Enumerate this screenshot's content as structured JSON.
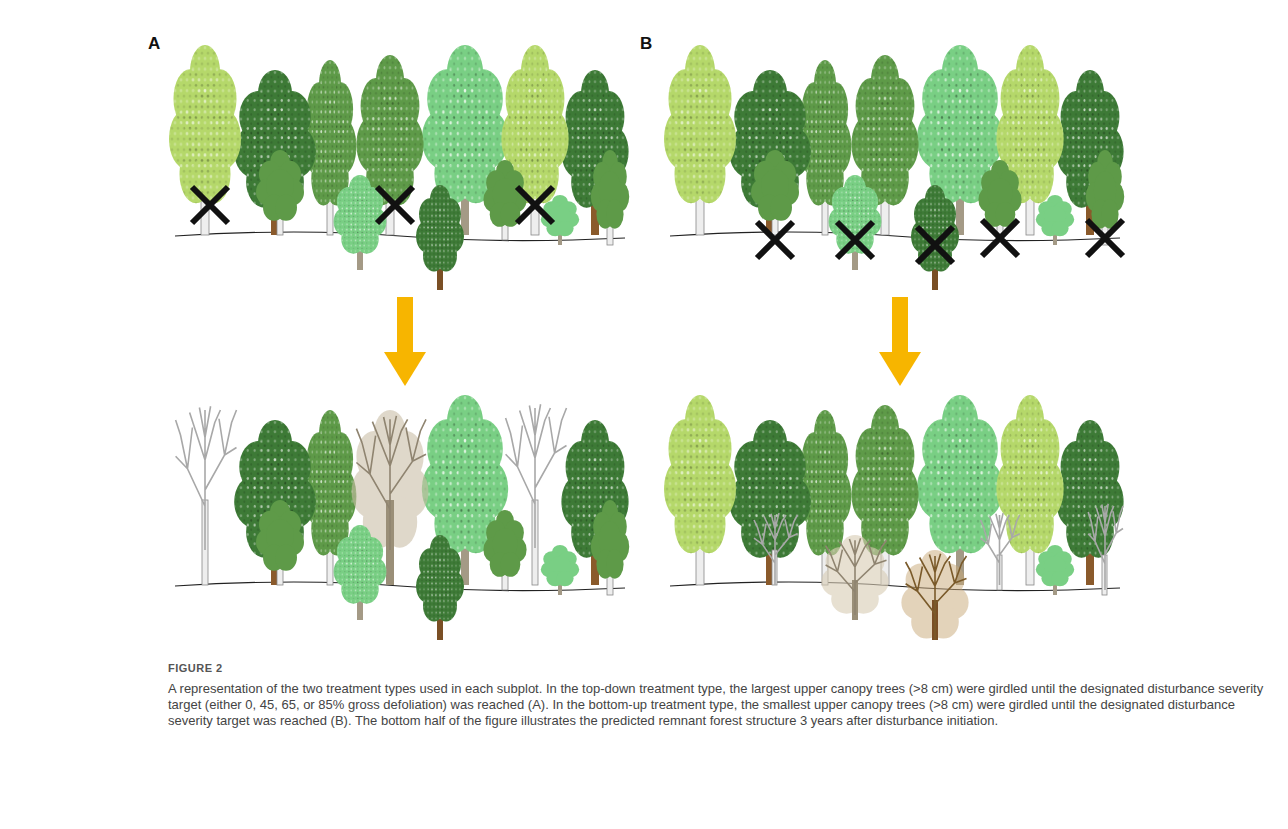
{
  "diagram": {
    "caption": "A representation of the two treatment types used in each subplot. In the top-down treatment type, the largest upper canopy trees (>8 cm) were girdled until the designated disturbance severity target (either 0, 45, 65, or 85% gross defoliation) was reached (A). In the bottom-up treatment type, the smallest upper canopy trees (>8 cm) were girdled until the designated disturbance severity target was reached (B). The bottom half of the figure illustrates the predicted remnant forest structure 3 years after disturbance initiation.",
    "labels": [
      "A",
      "B",
      "FIGURE 2"
    ]
  }
}
